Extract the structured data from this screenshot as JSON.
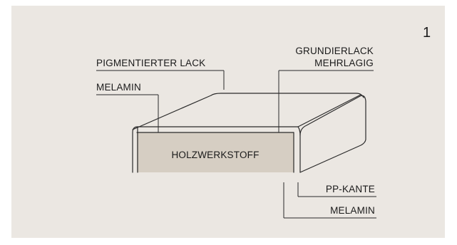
{
  "figure": {
    "number": "1",
    "core_label": "HOLZWERKSTOFF",
    "labels": {
      "pigment": "PIGMENTIERTER LACK",
      "melamin_top": "MELAMIN",
      "grundier_line1": "GRUNDIERLACK",
      "grundier_line2": "MEHRLAGIG",
      "pp_kante": "PP-KANTE",
      "melamin_bottom": "MELAMIN"
    }
  },
  "colors": {
    "background": "#ebe7e2",
    "core_fill": "#d6cec3",
    "line": "#2a2a2a",
    "text": "#1a1a1a"
  }
}
